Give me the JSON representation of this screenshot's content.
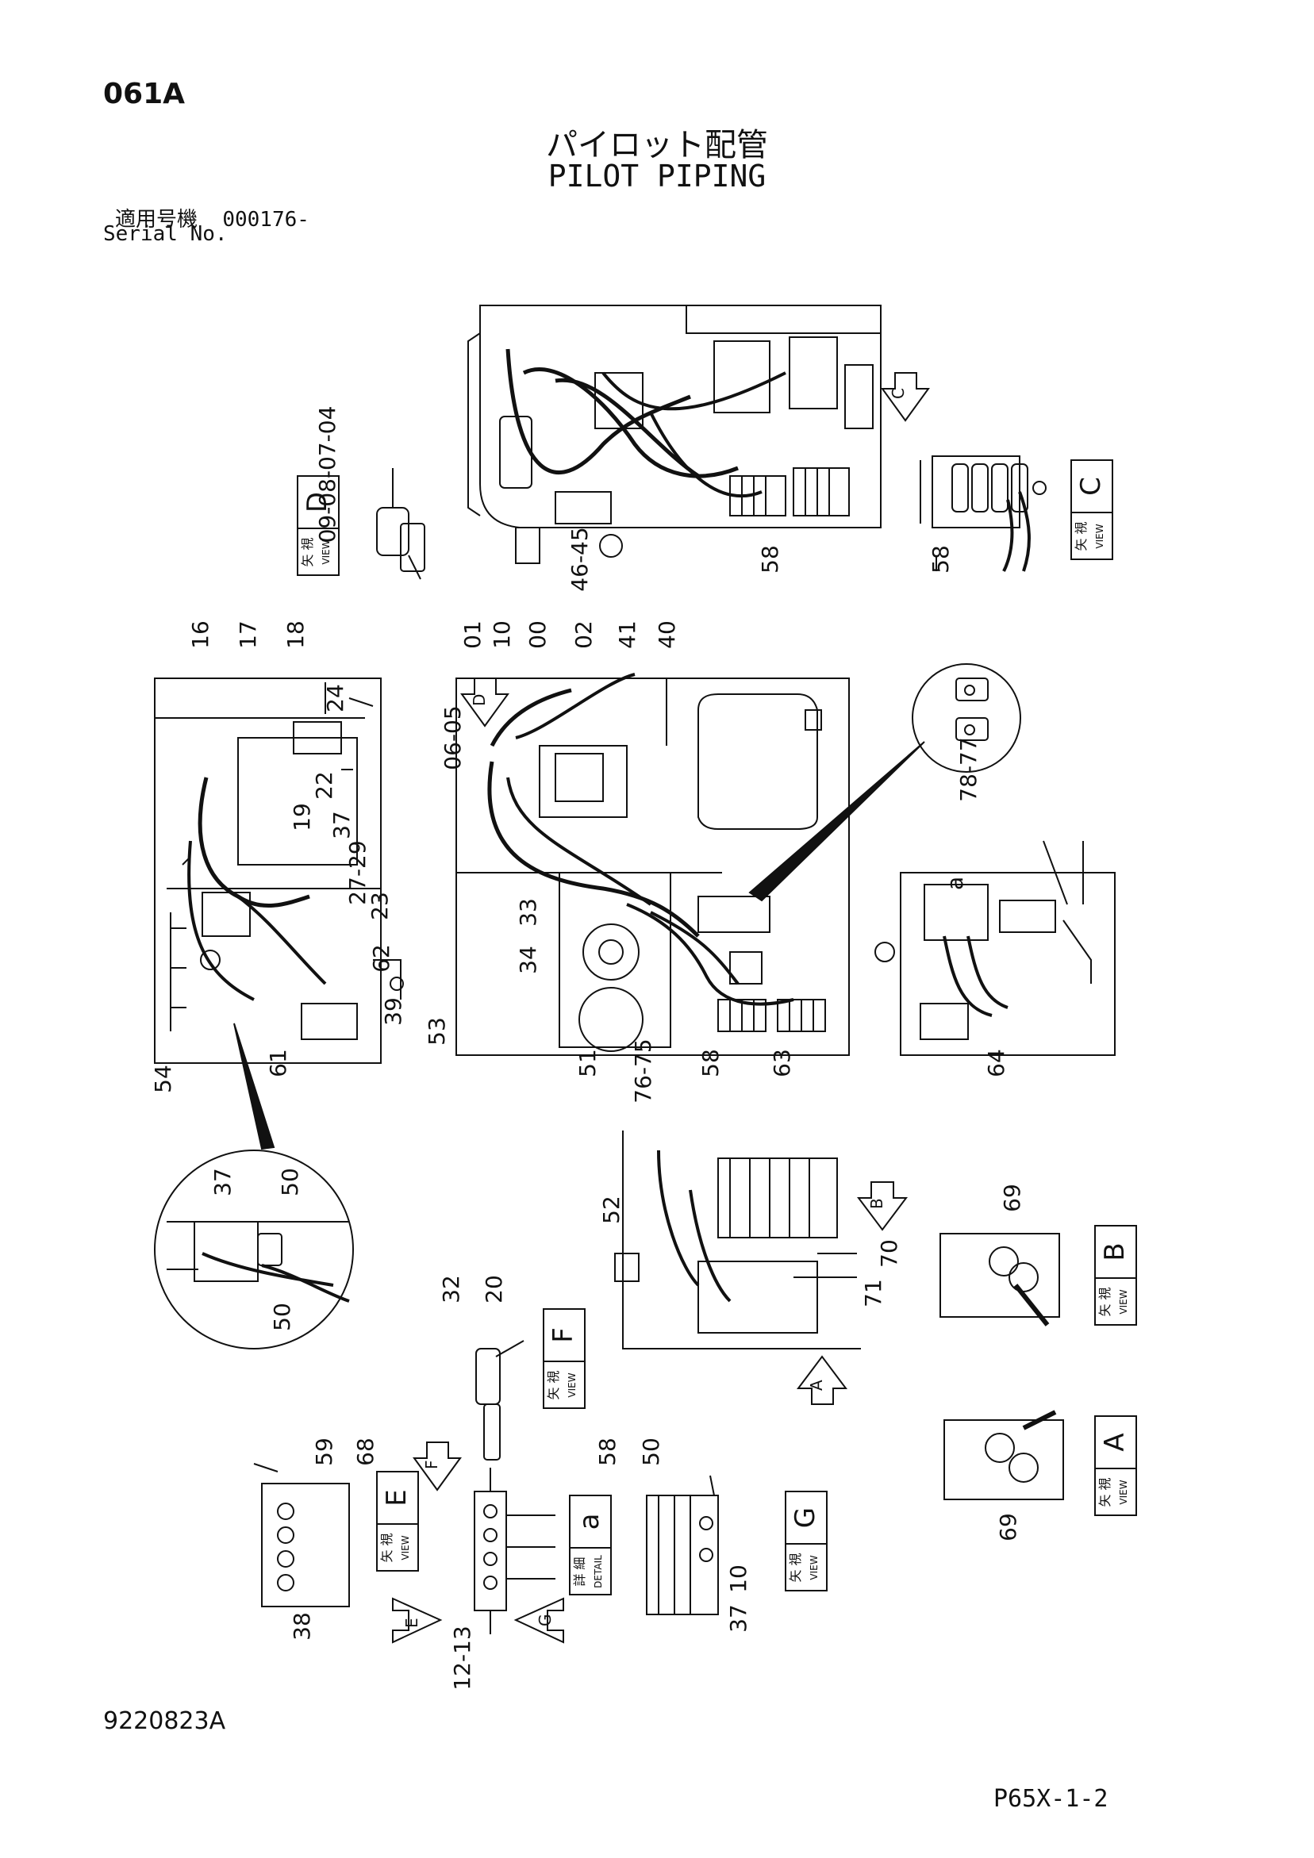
{
  "header": {
    "code": "061A",
    "title_ja": "パイロット配管",
    "title_en": "PILOT PIPING",
    "serial_label_ja": "適用号機",
    "serial_value": "000176-",
    "serial_label_en": "Serial No."
  },
  "footer": {
    "drawing_number": "9220823A",
    "page_ref": "P65X-1-2"
  },
  "callouts": [
    {
      "text": "09-08-07-04"
    },
    {
      "text": "46-45"
    },
    {
      "text": "58"
    },
    {
      "text": "58"
    },
    {
      "text": "16"
    },
    {
      "text": "17"
    },
    {
      "text": "18"
    },
    {
      "text": "24"
    },
    {
      "text": "22"
    },
    {
      "text": "19"
    },
    {
      "text": "37"
    },
    {
      "text": "27-29"
    },
    {
      "text": "23"
    },
    {
      "text": "62"
    },
    {
      "text": "39"
    },
    {
      "text": "53"
    },
    {
      "text": "61"
    },
    {
      "text": "54"
    },
    {
      "text": "01"
    },
    {
      "text": "10"
    },
    {
      "text": "00"
    },
    {
      "text": "02"
    },
    {
      "text": "41"
    },
    {
      "text": "40"
    },
    {
      "text": "06-05"
    },
    {
      "text": "33"
    },
    {
      "text": "34"
    },
    {
      "text": "51"
    },
    {
      "text": "76-75"
    },
    {
      "text": "58"
    },
    {
      "text": "63"
    },
    {
      "text": "78-77"
    },
    {
      "text": "64"
    },
    {
      "text": "37"
    },
    {
      "text": "50"
    },
    {
      "text": "50"
    },
    {
      "text": "32"
    },
    {
      "text": "20"
    },
    {
      "text": "52"
    },
    {
      "text": "70"
    },
    {
      "text": "71"
    },
    {
      "text": "69"
    },
    {
      "text": "69"
    },
    {
      "text": "59"
    },
    {
      "text": "68"
    },
    {
      "text": "38"
    },
    {
      "text": "12-13"
    },
    {
      "text": "58"
    },
    {
      "text": "50"
    },
    {
      "text": "37"
    },
    {
      "text": "10"
    }
  ],
  "view_labels": [
    {
      "ja": "矢 視",
      "en": "VIEW",
      "letter": "D"
    },
    {
      "ja": "矢 視",
      "en": "VIEW",
      "letter": "C"
    },
    {
      "ja": "矢 視",
      "en": "VIEW",
      "letter": "F"
    },
    {
      "ja": "矢 視",
      "en": "VIEW",
      "letter": "B"
    },
    {
      "ja": "矢 視",
      "en": "VIEW",
      "letter": "A"
    },
    {
      "ja": "矢 視",
      "en": "VIEW",
      "letter": "E"
    },
    {
      "ja": "詳 細",
      "en": "DETAIL",
      "letter": "a"
    },
    {
      "ja": "矢 視",
      "en": "VIEW",
      "letter": "G"
    }
  ],
  "view_arrows": [
    {
      "letter": "C"
    },
    {
      "letter": "D"
    },
    {
      "letter": "B"
    },
    {
      "letter": "A"
    },
    {
      "letter": "F"
    },
    {
      "letter": "E"
    },
    {
      "letter": "G"
    }
  ],
  "detail_marks": [
    {
      "letter": "a"
    }
  ]
}
